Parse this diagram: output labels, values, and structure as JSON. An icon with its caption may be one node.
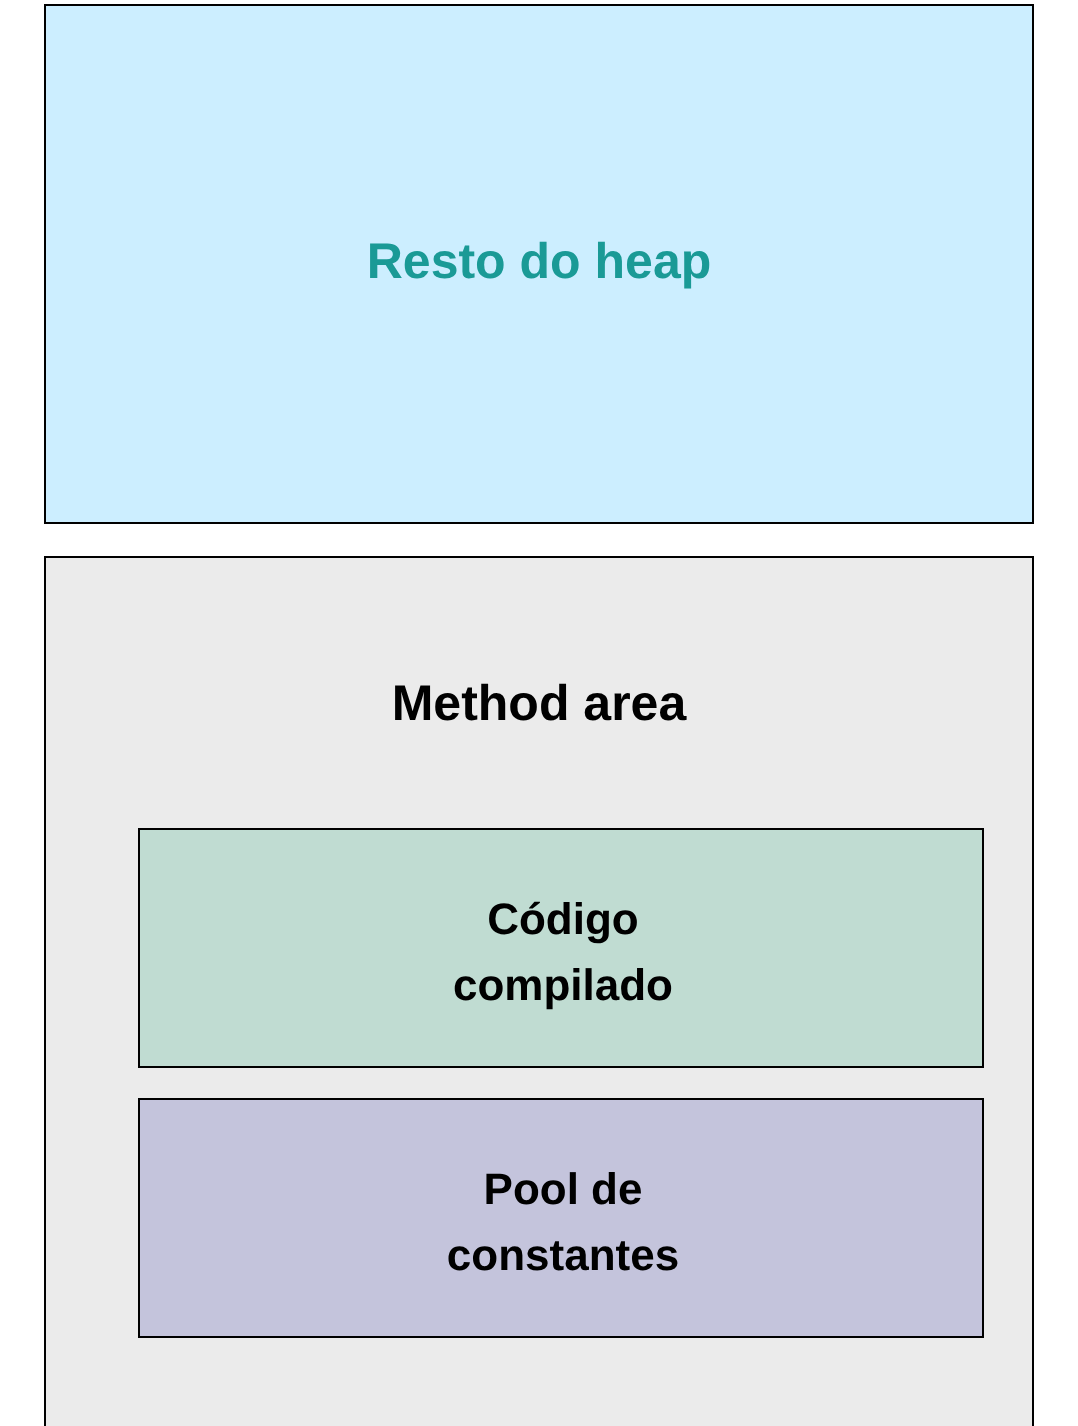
{
  "diagram": {
    "nodes": [
      {
        "text": [
          "Resto do heap"
        ]
      },
      {
        "text": [
          "Method area"
        ]
      },
      {
        "text": [
          "Código compilado"
        ],
        "in": 1
      },
      {
        "text": [
          "Pool de constantes"
        ],
        "in": 1
      }
    ]
  }
}
